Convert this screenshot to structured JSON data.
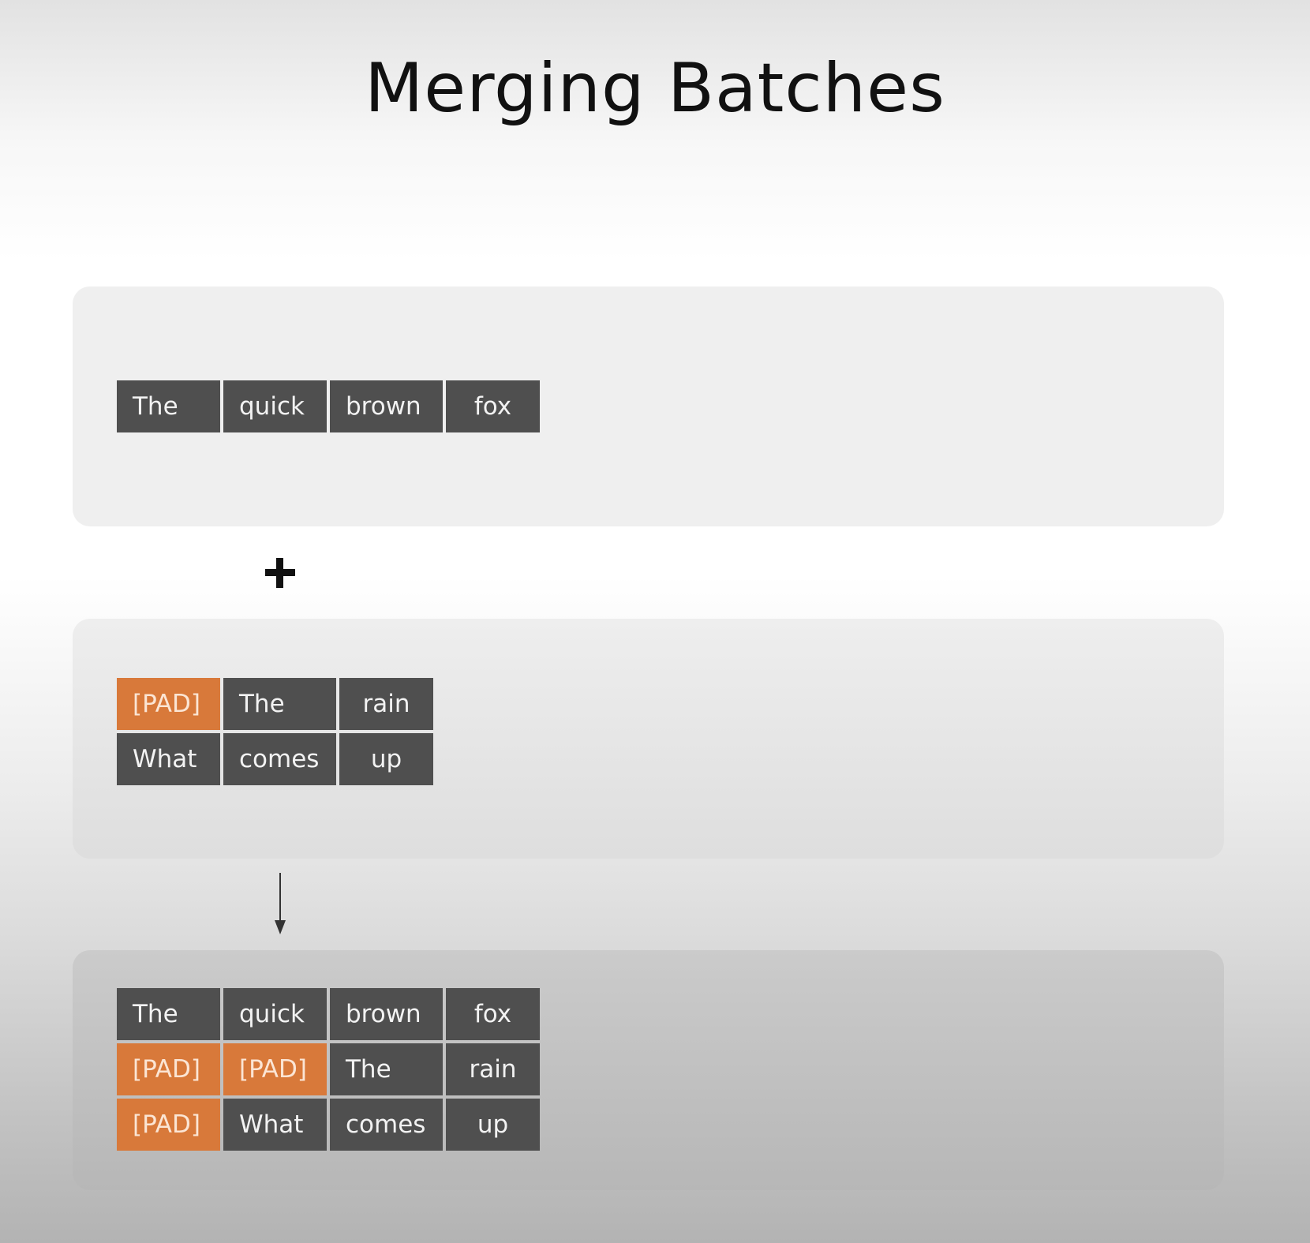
{
  "title": "Merging Batches",
  "batch_a": {
    "rows": [
      [
        "The",
        "quick",
        "brown",
        "fox"
      ]
    ]
  },
  "operator": "plus-icon",
  "batch_b": {
    "rows": [
      [
        "[PAD]",
        "The",
        "rain"
      ],
      [
        "What",
        "comes",
        "up"
      ]
    ]
  },
  "result_arrow": "arrow-down-icon",
  "merged_batch": {
    "rows": [
      [
        "The",
        "quick",
        "brown",
        "fox"
      ],
      [
        "[PAD]",
        "[PAD]",
        "The",
        "rain"
      ],
      [
        "[PAD]",
        "What",
        "comes",
        "up"
      ]
    ]
  },
  "colors": {
    "token_cell": "#4f4f4f",
    "pad_cell": "#d8793a",
    "token_text": "#f2f2f2"
  }
}
